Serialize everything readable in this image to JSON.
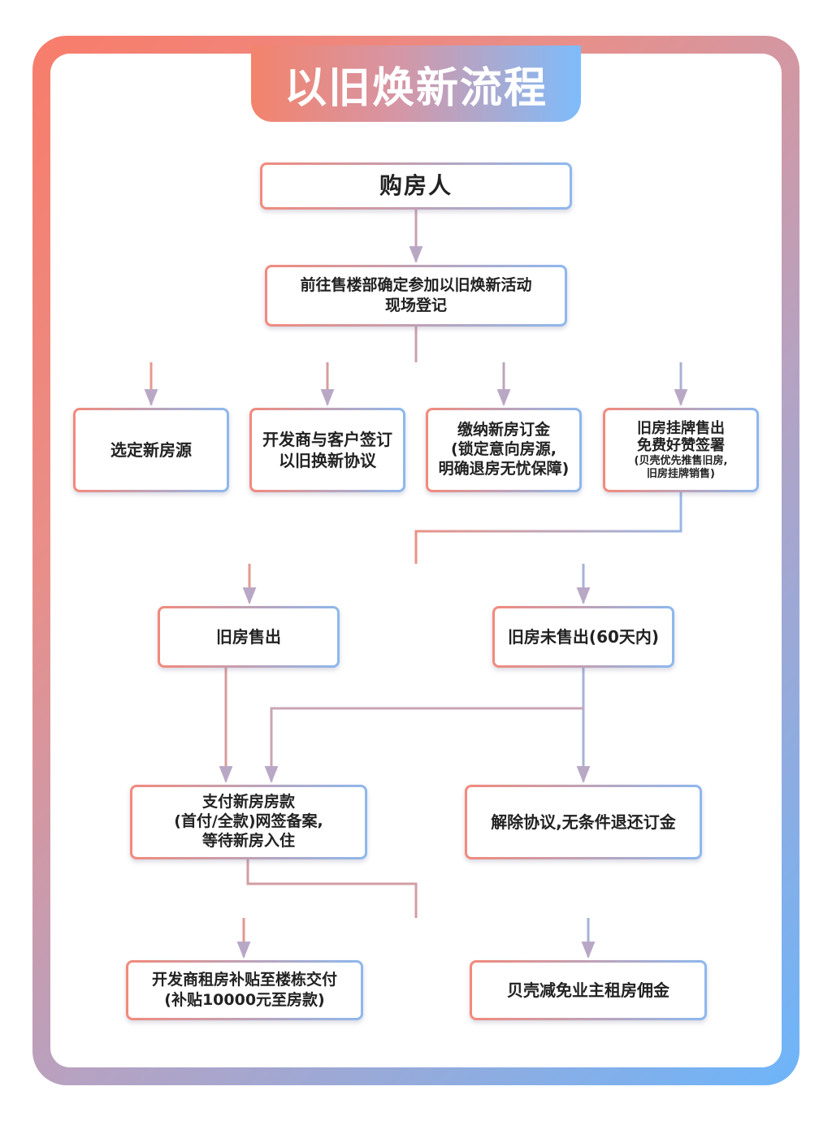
{
  "title": "以旧焕新流程",
  "colors": {
    "coral": "#f87c6a",
    "blue": "#6db5fa",
    "line_coral": "#e99387",
    "line_blue": "#9ab6e4"
  },
  "nodes": {
    "buyer": "购房人",
    "register_l1": "前往售楼部确定参加以旧焕新活动",
    "register_l2": "现场登记",
    "select_new": "选定新房源",
    "sign_l1": "开发商与客户签订",
    "sign_l2": "以旧换新协议",
    "deposit_l1": "缴纳新房订金",
    "deposit_l2": "(锁定意向房源,",
    "deposit_l3": "明确退房无忧保障)",
    "listing_l1": "旧房挂牌售出",
    "listing_l2": "免费好赞签署",
    "listing_l3": "(贝壳优先推售旧房,",
    "listing_l4": "旧房挂牌销售)",
    "sold": "旧房售出",
    "unsold": "旧房未售出(60天内)",
    "pay_l1": "支付新房房款",
    "pay_l2": "(首付/全款)网签备案,",
    "pay_l3": "等待新房入住",
    "cancel": "解除协议,无条件退还订金",
    "subsidy_l1": "开发商租房补贴至楼栋交付",
    "subsidy_l2": "(补贴10000元至房款)",
    "commission": "贝壳减免业主租房佣金"
  }
}
